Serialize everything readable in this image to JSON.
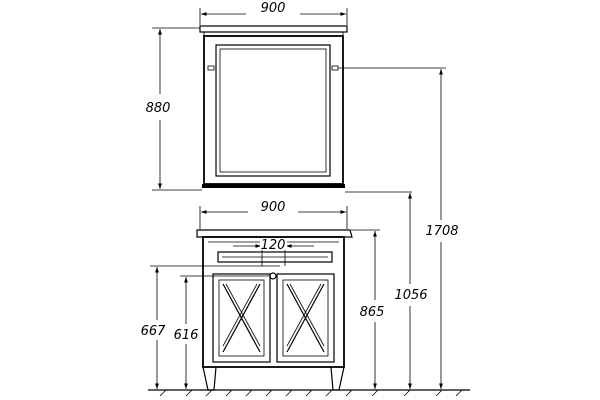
{
  "dimensions": {
    "mirror_width": "900",
    "mirror_height": "880",
    "vanity_width": "900",
    "faucet_spacing": "120",
    "total_height": "1708",
    "mirror_bottom_height": "1056",
    "vanity_height": "865",
    "outlet_height": "667",
    "drain_height": "616"
  }
}
